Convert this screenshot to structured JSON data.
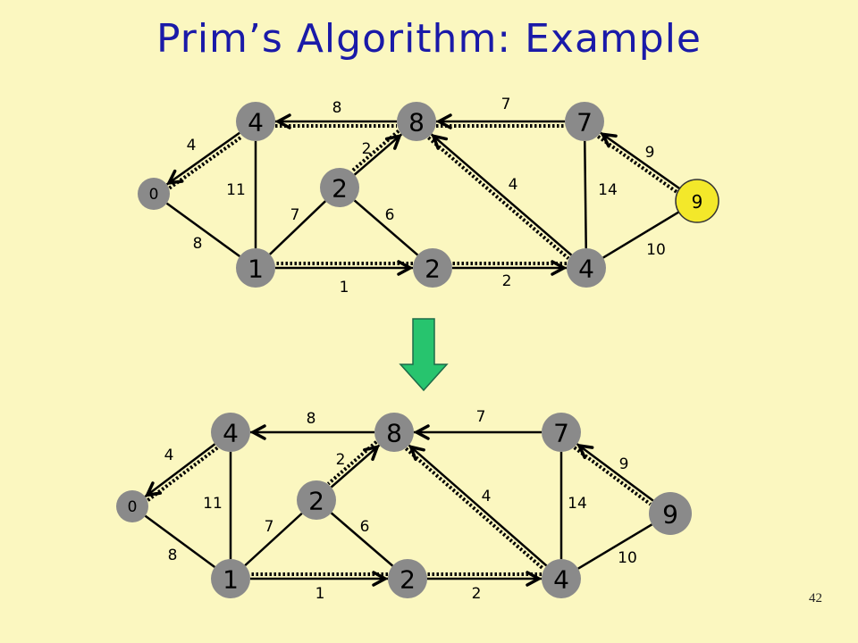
{
  "title": "Prim’s Algorithm: Example",
  "page_number": "42",
  "colors": {
    "node": "#8a8a8a",
    "highlight_node": "#f3e82a",
    "transition_arrow": "#27c46e",
    "title": "#1a1aa8",
    "background": "#fbf7c0"
  },
  "graphs": [
    {
      "nodes": [
        {
          "id": "a",
          "key": "0"
        },
        {
          "id": "b",
          "key": "4"
        },
        {
          "id": "c",
          "key": "8"
        },
        {
          "id": "d",
          "key": "7"
        },
        {
          "id": "e",
          "key": "9",
          "highlight": true
        },
        {
          "id": "f",
          "key": "4"
        },
        {
          "id": "g",
          "key": "2"
        },
        {
          "id": "h",
          "key": "1"
        },
        {
          "id": "i",
          "key": "2"
        }
      ],
      "edges": [
        {
          "from": "a",
          "to": "b",
          "weight": "4",
          "tree": true,
          "arrow_at": "a"
        },
        {
          "from": "a",
          "to": "h",
          "weight": "8"
        },
        {
          "from": "b",
          "to": "h",
          "weight": "11"
        },
        {
          "from": "b",
          "to": "c",
          "weight": "8",
          "tree": true,
          "arrow_at": "b"
        },
        {
          "from": "c",
          "to": "d",
          "weight": "7",
          "tree": true,
          "arrow_at": "c"
        },
        {
          "from": "c",
          "to": "i",
          "weight": "2",
          "tree": true,
          "arrow_at": "c"
        },
        {
          "from": "c",
          "to": "f",
          "weight": "4",
          "tree": true,
          "arrow_at": "c"
        },
        {
          "from": "d",
          "to": "e",
          "weight": "9",
          "tree": true,
          "arrow_at": "d"
        },
        {
          "from": "d",
          "to": "f",
          "weight": "14"
        },
        {
          "from": "e",
          "to": "f",
          "weight": "10"
        },
        {
          "from": "f",
          "to": "g",
          "weight": "2",
          "tree": true,
          "arrow_at": "f"
        },
        {
          "from": "g",
          "to": "h",
          "weight": "1",
          "tree": true,
          "arrow_at": "g"
        },
        {
          "from": "h",
          "to": "i",
          "weight": "7"
        },
        {
          "from": "i",
          "to": "g",
          "weight": "6"
        }
      ]
    },
    {
      "nodes": [
        {
          "id": "a",
          "key": "0"
        },
        {
          "id": "b",
          "key": "4"
        },
        {
          "id": "c",
          "key": "8"
        },
        {
          "id": "d",
          "key": "7"
        },
        {
          "id": "e",
          "key": "9"
        },
        {
          "id": "f",
          "key": "4"
        },
        {
          "id": "g",
          "key": "2"
        },
        {
          "id": "h",
          "key": "1"
        },
        {
          "id": "i",
          "key": "2"
        }
      ],
      "edges": [
        {
          "from": "a",
          "to": "b",
          "weight": "4",
          "tree": true,
          "arrow_at": "a"
        },
        {
          "from": "a",
          "to": "h",
          "weight": "8"
        },
        {
          "from": "b",
          "to": "h",
          "weight": "11"
        },
        {
          "from": "b",
          "to": "c",
          "weight": "8",
          "arrow_at": "b"
        },
        {
          "from": "c",
          "to": "d",
          "weight": "7",
          "arrow_at": "c"
        },
        {
          "from": "c",
          "to": "i",
          "weight": "2",
          "tree": true,
          "arrow_at": "c"
        },
        {
          "from": "c",
          "to": "f",
          "weight": "4",
          "tree": true,
          "arrow_at": "c"
        },
        {
          "from": "d",
          "to": "e",
          "weight": "9",
          "tree": true,
          "arrow_at": "d"
        },
        {
          "from": "d",
          "to": "f",
          "weight": "14"
        },
        {
          "from": "e",
          "to": "f",
          "weight": "10"
        },
        {
          "from": "f",
          "to": "g",
          "weight": "2",
          "tree": true,
          "arrow_at": "f"
        },
        {
          "from": "g",
          "to": "h",
          "weight": "1",
          "tree": true,
          "arrow_at": "g"
        },
        {
          "from": "h",
          "to": "i",
          "weight": "7"
        },
        {
          "from": "i",
          "to": "g",
          "weight": "6"
        }
      ]
    }
  ]
}
